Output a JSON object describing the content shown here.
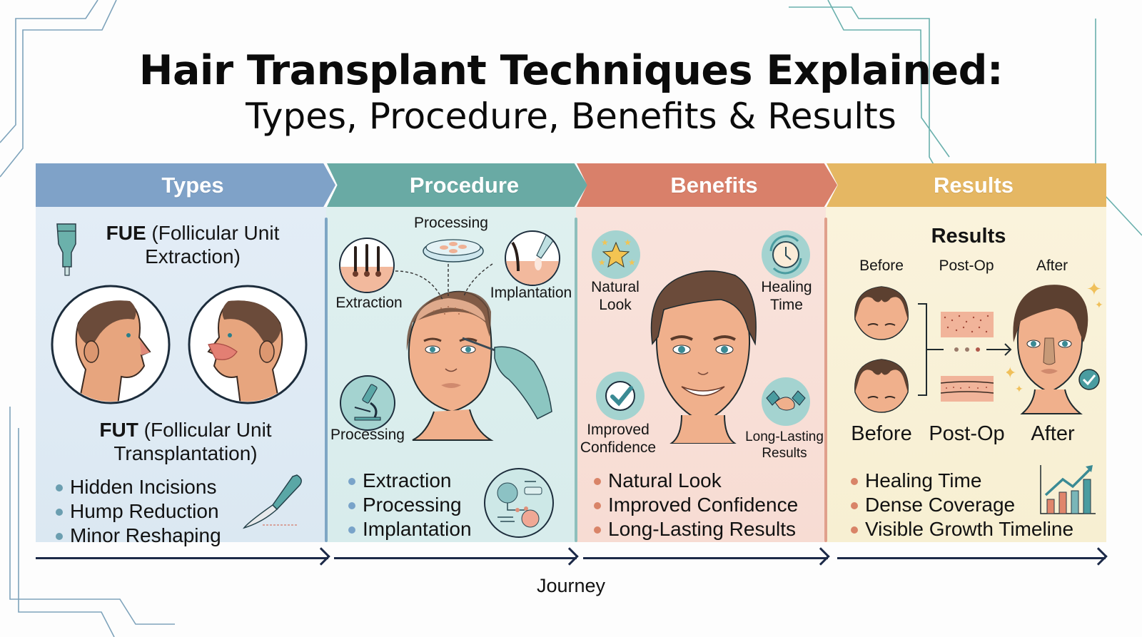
{
  "title": {
    "main": "Hair Transplant Techniques Explained:",
    "subtitle": "Types, Procedure, Benefits & Results"
  },
  "colors": {
    "types": "#7fa2c8",
    "procedure": "#69aaa4",
    "benefits": "#d9806a",
    "results": "#e5b763",
    "axis": "#1c2a48"
  },
  "sections": {
    "types": {
      "header": "Types",
      "fue_abbr": "FUE",
      "fue_name_line1": "(Follicular Unit",
      "fue_name_line2": "Extraction)",
      "fut_abbr": "FUT",
      "fut_name_line1": "(Follicular Unit",
      "fut_name_line2": "Transplantation)",
      "bullets": [
        "Hidden Incisions",
        "Hump Reduction",
        "Minor Reshaping"
      ],
      "icons": [
        "punch-tool-icon",
        "profile-face-icon",
        "profile-face-graft-icon",
        "scalpel-icon"
      ]
    },
    "procedure": {
      "header": "Procedure",
      "diagram_labels": {
        "processing_top": "Processing",
        "extraction": "Extraction",
        "implantation": "Implantation",
        "processing_bottom": "Processing"
      },
      "bullets": [
        "Extraction",
        "Processing",
        "Implantation"
      ],
      "icons": [
        "follicle-extraction-icon",
        "petri-dish-icon",
        "implantation-icon",
        "microscope-icon",
        "lab-analysis-icon",
        "patient-face-icon"
      ]
    },
    "benefits": {
      "header": "Benefits",
      "icon_labels": {
        "natural_look_l1": "Natural",
        "natural_look_l2": "Look",
        "healing_time_l1": "Healing",
        "healing_time_l2": "Time",
        "confidence_l1": "Improved",
        "confidence_l2": "Confidence",
        "long_lasting_l1": "Long-Lasting",
        "long_lasting_l2": "Results"
      },
      "bullets": [
        "Natural Look",
        "Improved Confidence",
        "Long-Lasting Results"
      ]
    },
    "results": {
      "header": "Results",
      "subheading": "Results",
      "top_labels": [
        "Before",
        "Post-Op",
        "After"
      ],
      "bottom_labels": [
        "Before",
        "Post-Op",
        "After"
      ],
      "bullets": [
        "Healing Time",
        "Dense Coverage",
        "Visible Growth Timeline"
      ]
    }
  },
  "axis": {
    "label": "Journey"
  }
}
